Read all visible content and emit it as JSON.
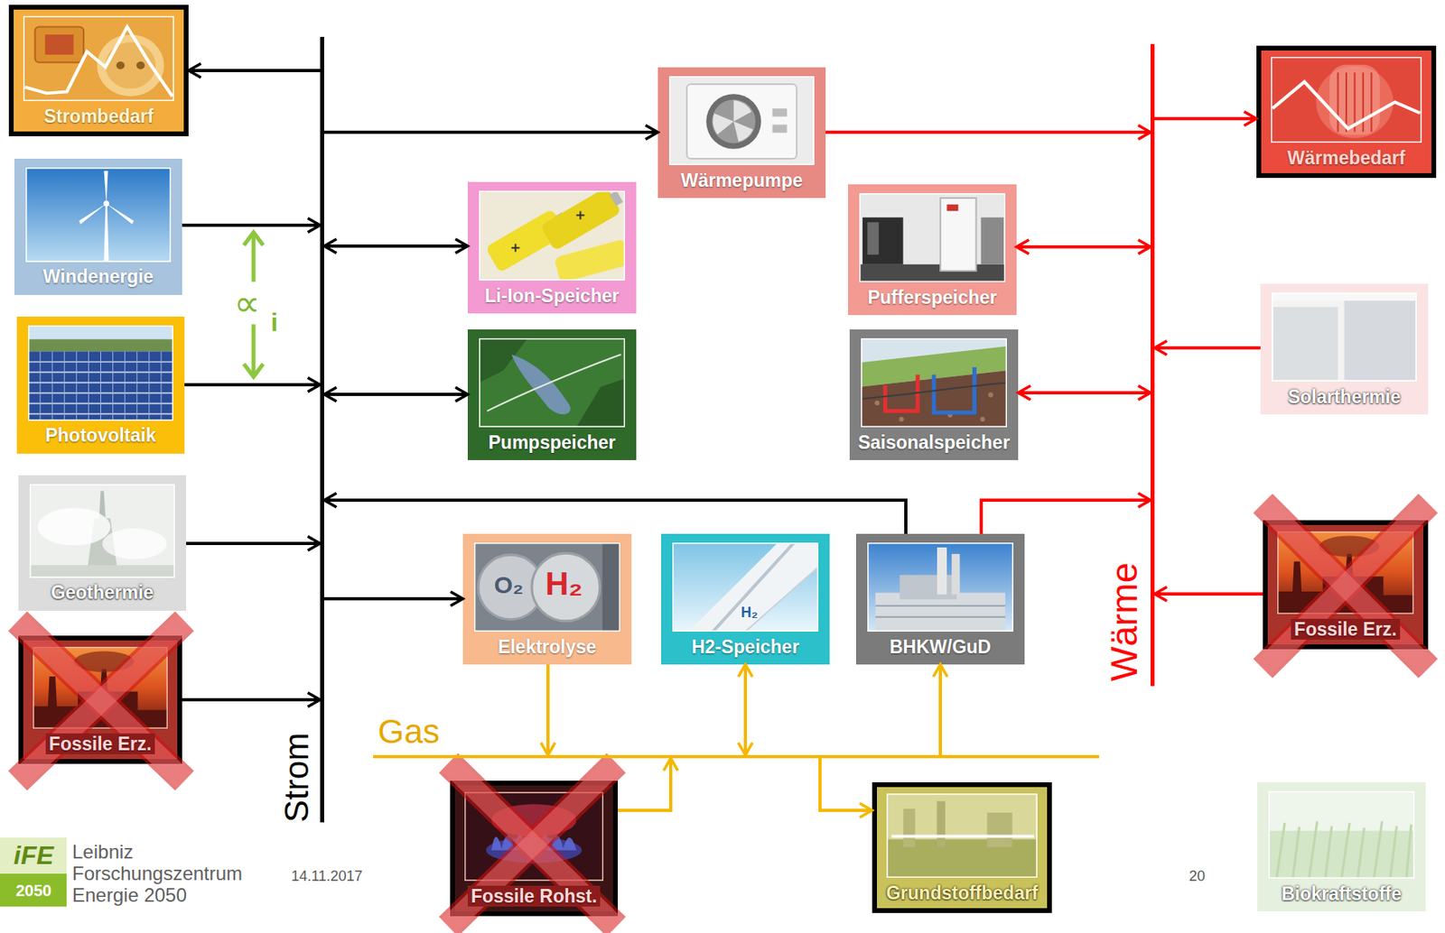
{
  "diagram": {
    "nodes": [
      {
        "text": [
          "Strombedarf"
        ]
      },
      {
        "text": [
          "Wärmepumpe"
        ]
      },
      {
        "text": [
          "Wärmebedarf"
        ]
      },
      {
        "text": [
          "Windenergie"
        ]
      },
      {
        "text": [
          "Li-Ion-Speicher"
        ]
      },
      {
        "text": [
          "Pufferspeicher"
        ]
      },
      {
        "text": [
          "Photovoltaik"
        ]
      },
      {
        "text": [
          "Pumpspeicher"
        ]
      },
      {
        "text": [
          "Saisonalspeicher"
        ]
      },
      {
        "text": [
          "Solarthermie"
        ]
      },
      {
        "text": [
          "Geothermie"
        ]
      },
      {
        "text": [
          "Elektrolyse"
        ]
      },
      {
        "text": [
          "H2-Speicher"
        ]
      },
      {
        "text": [
          "BHKW/GuD"
        ]
      },
      {
        "text": [
          "Fossile Erz."
        ]
      },
      {
        "text": [
          "Fossile Erz."
        ]
      },
      {
        "text": [
          "Fossile Rohst."
        ]
      },
      {
        "text": [
          "Grundstoffbedarf"
        ]
      },
      {
        "text": [
          "Biokraftstoffe"
        ]
      },
      {
        "text": [
          "Strom"
        ]
      },
      {
        "text": [
          "Wärme"
        ]
      },
      {
        "text": [
          "Gas"
        ]
      }
    ],
    "edges": [
      {
        "from": 19,
        "to": 0,
        "arrow": "to"
      },
      {
        "from": 19,
        "to": 1,
        "arrow": "to"
      },
      {
        "from": 3,
        "to": 19,
        "arrow": "to"
      },
      {
        "from": 19,
        "to": 4,
        "arrow": "both"
      },
      {
        "from": 6,
        "to": 19,
        "arrow": "to"
      },
      {
        "from": 19,
        "to": 7,
        "arrow": "both"
      },
      {
        "from": 13,
        "to": 19,
        "arrow": "to"
      },
      {
        "from": 10,
        "to": 19,
        "arrow": "to"
      },
      {
        "from": 15,
        "to": 19,
        "arrow": "to"
      },
      {
        "from": 19,
        "to": 11,
        "arrow": "to"
      },
      {
        "from": 1,
        "to": 20,
        "arrow": "to"
      },
      {
        "from": 20,
        "to": 2,
        "arrow": "to"
      },
      {
        "from": 5,
        "to": 20,
        "arrow": "both"
      },
      {
        "from": 8,
        "to": 20,
        "arrow": "both"
      },
      {
        "from": 9,
        "to": 20,
        "arrow": "to"
      },
      {
        "from": 13,
        "to": 20,
        "arrow": "to"
      },
      {
        "from": 14,
        "to": 20,
        "arrow": "to"
      },
      {
        "from": 11,
        "to": 21,
        "arrow": "to"
      },
      {
        "from": 12,
        "to": 21,
        "arrow": "both"
      },
      {
        "from": 21,
        "to": 13,
        "arrow": "to"
      },
      {
        "from": 16,
        "to": 21,
        "arrow": "to"
      },
      {
        "from": 21,
        "to": 17,
        "arrow": "to"
      }
    ],
    "labels": [
      "∝",
      "i",
      "O₂",
      "H₂",
      "H₂",
      "iFE",
      "2050",
      "Leibniz Forschungszentrum Energie 2050",
      "14.11.2017",
      "20"
    ]
  }
}
